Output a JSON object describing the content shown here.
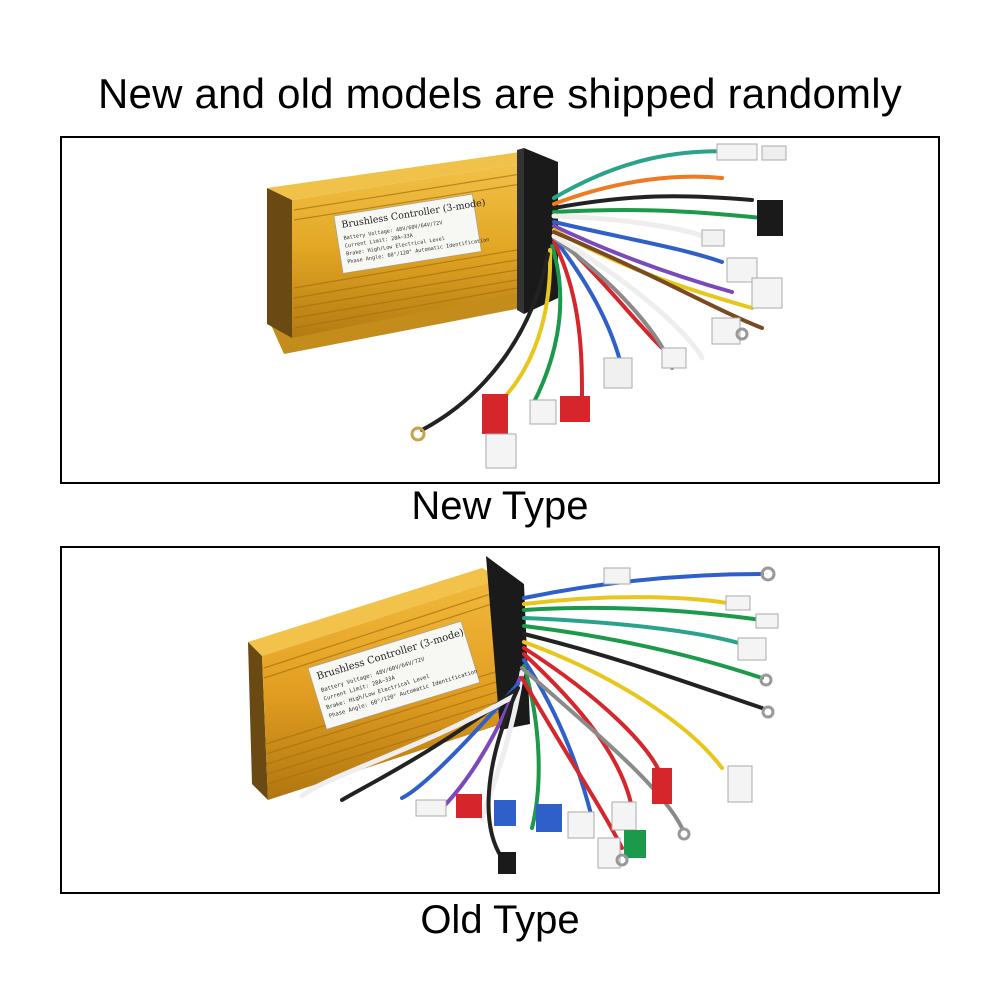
{
  "headline": "New and old models are shipped randomly",
  "new_panel": {
    "caption": "New Type",
    "label": {
      "title": "Brushless Controller (3-mode)",
      "lines": [
        "Battery Voltage: 48V/60V/64V/72V",
        "Current Limit: 28A~33A",
        "Brake: High/Low Electrical Level",
        "Phase Angle: 60°/120° Automatic Identification"
      ]
    }
  },
  "old_panel": {
    "caption": "Old Type",
    "label": {
      "title": "Brushless Controller (3-mode)",
      "lines": [
        "Battery Voltage: 48V/60V/64V/72V",
        "Current Limit: 28A~33A",
        "Brake: High/Low Electrical Level",
        "Phase Angle: 60°/120° Automatic Identification"
      ]
    }
  },
  "colors": {
    "housing_gold": "#e2a623",
    "housing_dark": "#b37a12",
    "end_cap": "#1a1a1a",
    "wire_red": "#d7262b",
    "wire_blue": "#2f5fc9",
    "wire_green": "#1c9a4b",
    "wire_yellow": "#e8c61b",
    "wire_white": "#eeeeee",
    "wire_orange": "#ee7a22",
    "wire_black": "#222222",
    "wire_teal": "#2aa38a",
    "wire_brown": "#7a4a23",
    "wire_purple": "#7c4ab8",
    "wire_gray": "#8a8a8a"
  }
}
